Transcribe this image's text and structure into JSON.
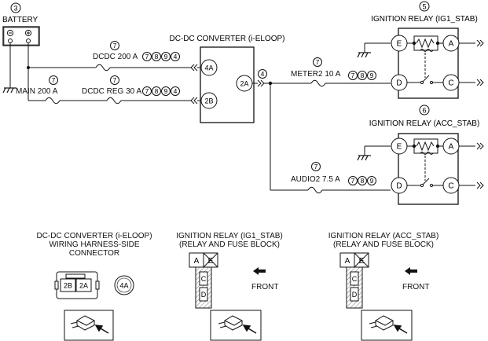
{
  "battery": {
    "ref": "3",
    "label": "BATTERY"
  },
  "dcdc_converter": {
    "title": "DC-DC CONVERTER (i-ELOOP)",
    "terminal_4a": "4A",
    "terminal_2a": "2A",
    "terminal_2b": "2B"
  },
  "fuses": {
    "dcdc200": {
      "label": "DCDC 200 A",
      "refs": [
        "7",
        "8",
        "9",
        "4"
      ]
    },
    "main200": {
      "label": "MAIN 200 A",
      "refs": [
        "7"
      ]
    },
    "dcdcreg30": {
      "label": "DCDC REG 30 A",
      "refs": [
        "7",
        "8",
        "9",
        "4"
      ],
      "top_ref": "7"
    },
    "meter2": {
      "label": "METER2 10 A",
      "refs": [
        "7",
        "8",
        "9"
      ],
      "top_ref": "7",
      "junction_ref": "4"
    },
    "audio2": {
      "label": "AUDIO2 7.5 A",
      "refs": [
        "7",
        "8",
        "9"
      ],
      "top_ref": "7"
    }
  },
  "relay_ig1": {
    "ref": "5",
    "title": "IGNITION RELAY (IG1_STAB)",
    "terminals": {
      "e": "E",
      "a": "A",
      "d": "D",
      "c": "C"
    }
  },
  "relay_acc": {
    "ref": "6",
    "title": "IGNITION RELAY (ACC_STAB)",
    "terminals": {
      "e": "E",
      "a": "A",
      "d": "D",
      "c": "C"
    }
  },
  "connectors": {
    "dcdc": {
      "title_line1": "DC-DC CONVERTER (i-ELOOP)",
      "title_line2": "WIRING HARNESS-SIDE",
      "title_line3": "CONNECTOR",
      "pin_2b": "2B",
      "pin_2a": "2A",
      "pin_4a": "4A"
    },
    "ig1": {
      "title_line1": "IGNITION RELAY (IG1_STAB)",
      "title_line2": "(RELAY AND FUSE BLOCK)",
      "pins": {
        "a": "A",
        "e": "E",
        "c": "C",
        "d": "D"
      },
      "front": "FRONT"
    },
    "acc": {
      "title_line1": "IGNITION RELAY (ACC_STAB)",
      "title_line2": "(RELAY AND FUSE BLOCK)",
      "pins": {
        "a": "A",
        "e": "E",
        "c": "C",
        "d": "D"
      },
      "front": "FRONT"
    }
  }
}
